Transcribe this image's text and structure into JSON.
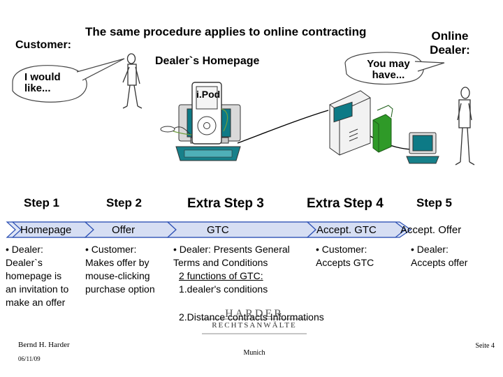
{
  "title": "The same procedure applies to online contracting",
  "online_dealer": "Online Dealer:",
  "customer": "Customer:",
  "dealer_homepage": "Dealer`s Homepage",
  "bubble_left": "I would like...",
  "bubble_right": "You may have...",
  "ipod": "i.Pod",
  "steps": [
    "Step 1",
    "Step 2",
    "Extra Step 3",
    "Extra Step 4",
    "Step 5"
  ],
  "band": {
    "homepage": "Homepage",
    "offer": "Offer",
    "gtc": "GTC",
    "accept_gtc": "Accept. GTC",
    "accept_offer": "Accept. Offer"
  },
  "desc1": [
    "• Dealer:",
    "Dealer`s",
    "homepage is",
    "an invitation to",
    "make an offer"
  ],
  "desc2": [
    "• Customer:",
    "Makes offer by",
    "mouse-clicking",
    "purchase option"
  ],
  "desc3": [
    "• Dealer: Presents General",
    "Terms and Conditions",
    "2 functions of GTC:",
    "1.dealer's conditions",
    "2.Distance contracts Informations"
  ],
  "desc4": [
    "• Customer:",
    "Accepts GTC"
  ],
  "desc5": [
    "• Dealer:",
    "Accepts offer"
  ],
  "footer": {
    "name": "Bernd H. Harder",
    "date": "06/11/09",
    "harder": "HARDER",
    "rechtsanwaelte": "RECHTSANWÄLTE",
    "munich": "Munich",
    "page": "Seite 4"
  },
  "colors": {
    "arrow_fill": "#dfe6f6",
    "arrow_stroke": "#2b4fb3",
    "monitor_teal": "#0d7a86",
    "keyboard_teal": "#17808a",
    "green": "#2f9a28"
  }
}
